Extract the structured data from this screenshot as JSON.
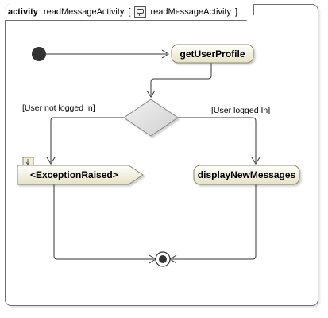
{
  "frame": {
    "keyword": "activity",
    "name": "readMessageActivity",
    "bracket_open": "[",
    "reference": "readMessageActivity",
    "bracket_close": "]"
  },
  "nodes": {
    "get_user_profile": "getUserProfile",
    "exception_raised": "<ExceptionRaised>",
    "display_new_messages": "displayNewMessages"
  },
  "guards": {
    "not_logged_in": "[User not logged In]",
    "logged_in": "[User logged In]"
  },
  "colors": {
    "action_fill_top": "#ffffff",
    "action_fill_bottom": "#e8e4c8",
    "action_stroke": "#8c8a6c",
    "decision_fill": "#d8d8d8",
    "line": "#333333"
  }
}
